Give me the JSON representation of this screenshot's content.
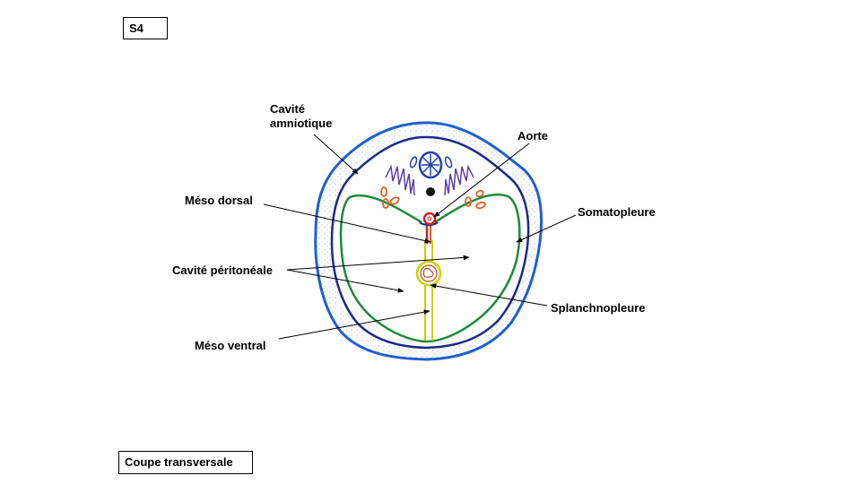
{
  "slide_tag": "S4",
  "caption": "Coupe transversale",
  "labels": {
    "cavite_amniotique_1": "Cavité",
    "cavite_amniotique_2": "amniotique",
    "aorte": "Aorte",
    "meso_dorsal": "Méso dorsal",
    "somatopleure": "Somatopleure",
    "cavite_peritoneale": "Cavité péritonéale",
    "splanchnopleure": "Splanchnopleure",
    "meso_ventral": "Méso ventral"
  },
  "colors": {
    "outer_blue": "#1f5fd0",
    "inner_navy": "#1b2a8c",
    "somatopleure_green": "#1e8a3a",
    "meso_yellow": "#c8d400",
    "aorta_red": "#d02020",
    "somite_orange": "#e06020",
    "neural_violet": "#5a3fa8"
  }
}
